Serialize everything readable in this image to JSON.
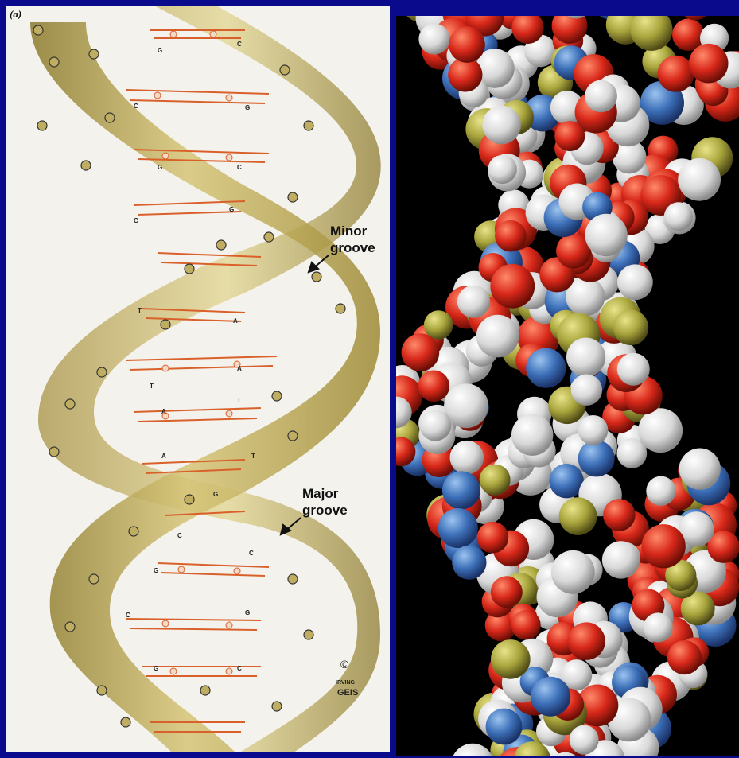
{
  "panel_label": "(a)",
  "labels": {
    "minor_line1": "Minor",
    "minor_line2": "groove",
    "major_line1": "Major",
    "major_line2": "groove"
  },
  "credit": {
    "copyright": "©",
    "signature": "IRVING GEIS"
  },
  "bases": [
    "G",
    "C",
    "C",
    "G",
    "G",
    "C",
    "G",
    "C",
    "T",
    "A",
    "T",
    "A",
    "A",
    "T",
    "A",
    "T",
    "G",
    "C",
    "C",
    "G",
    "C",
    "G",
    "G",
    "C"
  ],
  "colors": {
    "frame": "#0a0a8c",
    "ribbon": "#c9b35a",
    "base_pairs": "#d9602a",
    "oxygen": "#d8281a",
    "nitrogen": "#3c6fb8",
    "phosphorus": "#a8a43c",
    "carbon": "#dedede"
  }
}
